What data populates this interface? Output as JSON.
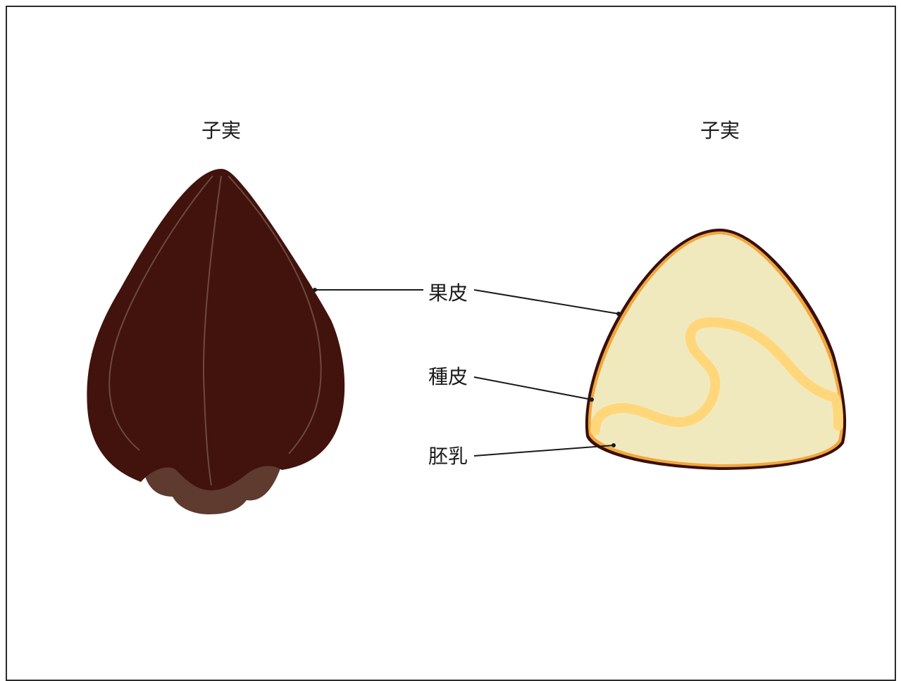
{
  "titles": {
    "left": "子実",
    "right": "子実"
  },
  "labels": {
    "pericarp": "果皮",
    "seed_coat": "種皮",
    "endosperm": "胚乳"
  },
  "colors": {
    "background": "#ffffff",
    "frame": "#2b2b2b",
    "seed_body": "#42120d",
    "seed_veins": "#6b4a3f",
    "seed_base": "#5e3a2f",
    "pericarp_outline": "#3a0f0a",
    "seed_coat_ring": "#f2a73b",
    "endosperm_fill": "#f1e9be",
    "embryo_band": "#ffd77a",
    "leader_line": "#1a1a1a"
  }
}
